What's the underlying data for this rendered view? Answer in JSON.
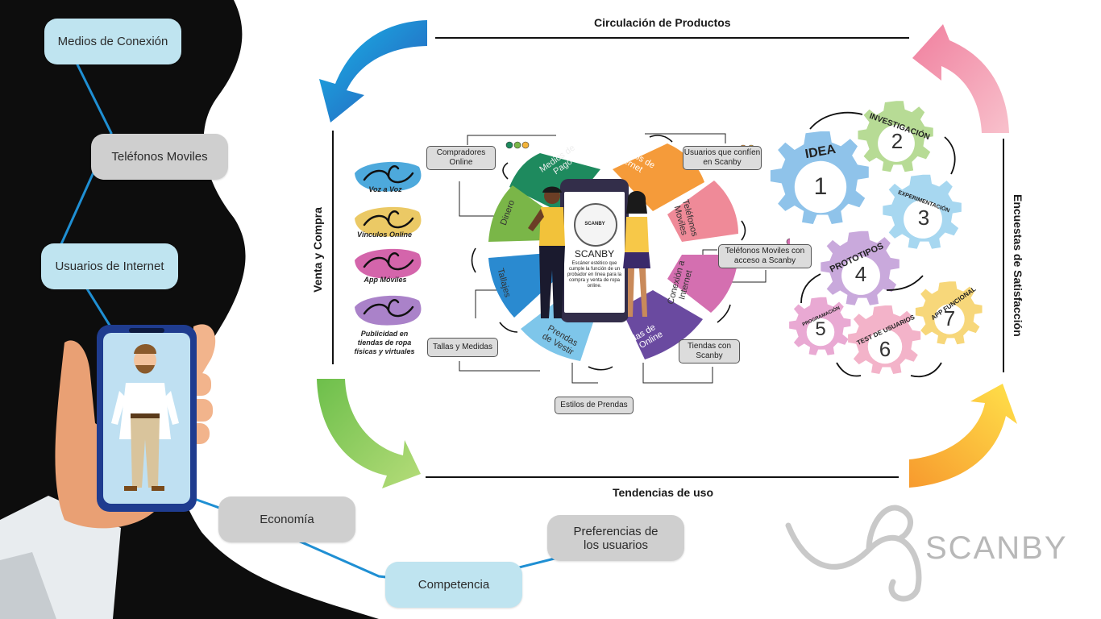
{
  "left_panel": {
    "nodes": [
      {
        "label": "Medios de Conexión"
      },
      {
        "label": "Teléfonos Moviles"
      },
      {
        "label": "Usuarios de Internet"
      },
      {
        "label": "Economía"
      },
      {
        "label": "Competencia"
      },
      {
        "label": "Preferencias de los usuarios"
      }
    ]
  },
  "cycle": {
    "top": "Circulación de Productos",
    "left": "Venta y Compra",
    "bottom": "Tendencias de uso",
    "right": "Encuestas de Satisfacción"
  },
  "channels": [
    {
      "label": "Voz a Voz",
      "color": "#2e9ad6"
    },
    {
      "label": "Vínculos Online",
      "color": "#e8c04a"
    },
    {
      "label": "App Móviles",
      "color": "#cc4a9c"
    },
    {
      "label": "Publicidad en tiendas de ropa físicas y virtuales",
      "color": "#9b6cc0"
    }
  ],
  "petals": [
    {
      "label": "Medios de\nPago",
      "color": "#1e8a5e"
    },
    {
      "label": "Usuarios de\nInternet",
      "color": "#f59b3a"
    },
    {
      "label": "Teléfonos\nMoviles",
      "color": "#ef8a98"
    },
    {
      "label": "Conexión a\nInternet",
      "color": "#d46fb0"
    },
    {
      "label": "Tiendas de\nRopa Online",
      "color": "#6a4aa0"
    },
    {
      "label": "Prendas\nde Vestir",
      "color": "#7ec6ea"
    },
    {
      "label": "Tallajes",
      "color": "#2a8ad0"
    },
    {
      "label": "Dinero",
      "color": "#7ab648"
    }
  ],
  "boxes": [
    {
      "label": "Compradores Online"
    },
    {
      "label": "Usuarios que confíen en Scanby"
    },
    {
      "label": "Teléfonos Moviles con acceso a Scanby"
    },
    {
      "label": "Tallas y Medidas"
    },
    {
      "label": "Tiendas con Scanby"
    },
    {
      "label": "Estilos de Prendas"
    }
  ],
  "phone": {
    "logo_text": "SCANBY",
    "title": "SCANBY",
    "description": "Escáner estético que cumple la función de un probador en línea para la compra y venta de ropa online."
  },
  "gears": [
    {
      "title": "IDEA",
      "number": "1",
      "color": "#8fc3ea"
    },
    {
      "title": "INVESTIGACIÓN",
      "number": "2",
      "color": "#b7db95"
    },
    {
      "title": "EXPERIMENTACIÓN",
      "number": "3",
      "color": "#a7d7f0"
    },
    {
      "title": "PROTOTIPOS",
      "number": "4",
      "color": "#c9a9dc"
    },
    {
      "title": "PROGRAMACIÓN",
      "number": "5",
      "color": "#e9a9d3"
    },
    {
      "title": "TEST DE USUARIOS",
      "number": "6",
      "color": "#f3b3c9"
    },
    {
      "title": "APP FUNCIONAL",
      "number": "7",
      "color": "#f7d77a"
    }
  ],
  "brand": {
    "name": "SCANBY"
  }
}
